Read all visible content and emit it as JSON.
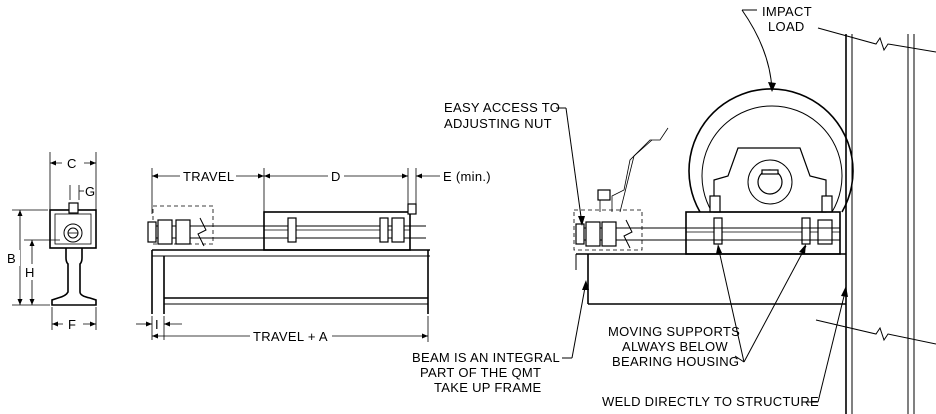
{
  "labels": {
    "c": "C",
    "g": "G",
    "b": "B",
    "h": "H",
    "f": "F",
    "travel": "TRAVEL",
    "d": "D",
    "e_min": "E (min.)",
    "i": "I",
    "travel_plus_a": "TRAVEL + A",
    "impact_load_1": "IMPACT",
    "impact_load_2": "LOAD",
    "easy_access_1": "EASY ACCESS TO",
    "easy_access_2": "ADJUSTING NUT",
    "moving_supports_1": "MOVING SUPPORTS",
    "moving_supports_2": "ALWAYS BELOW",
    "moving_supports_3": "BEARING HOUSING",
    "beam_1": "BEAM IS AN INTEGRAL",
    "beam_2": "PART OF THE QMT",
    "beam_3": "TAKE UP FRAME",
    "weld": "WELD DIRECTLY TO STRUCTURE"
  }
}
